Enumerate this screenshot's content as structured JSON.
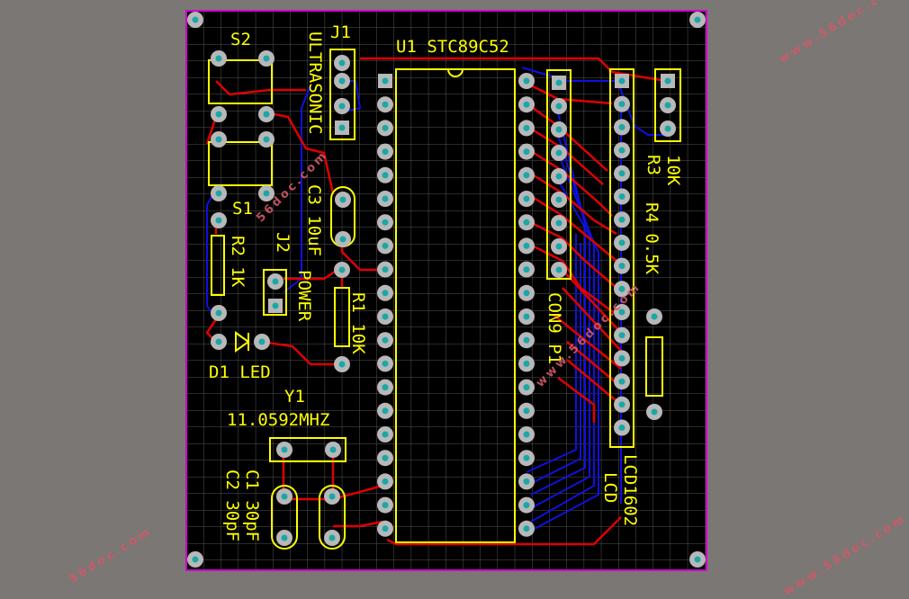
{
  "colors": {
    "background": "#7a7774",
    "board": "#000000",
    "board_outline": "#d000d0",
    "grid": "#5a5a5a",
    "silkscreen": "#ffff00",
    "top_copper": "#e00000",
    "bottom_copper": "#1010e0",
    "pad": "#b8b8b8",
    "pad_hole": "#1aa7a7",
    "watermark": "#d05a6a"
  },
  "labels": {
    "s2": "S2",
    "j1": "J1",
    "u1": "U1  STC89C52",
    "ultrasonic": "ULTRASONIC",
    "s1": "S1",
    "c3": "C3 10uF",
    "j2": "J2",
    "r2": "R2 1K",
    "power": "POWER",
    "r1": "R1 10K",
    "d1": "D1 LED",
    "y1": "Y1",
    "crystal": "11.0592MHZ",
    "c1": "C1 30pF",
    "c2": "C2 30pF",
    "con9": "CON9 P1",
    "lcd_ref": "LCD1602",
    "lcd_val": "LCD",
    "r3_val": "10K",
    "r3": "R3",
    "r4": "R4 0.5K"
  },
  "watermarks": {
    "top_right": "www.56doc.com",
    "bottom_left": "56doc.com",
    "bottom_right": "www.56doc.com",
    "board_1": "56doc.com",
    "board_2": "www.56doc.com"
  }
}
